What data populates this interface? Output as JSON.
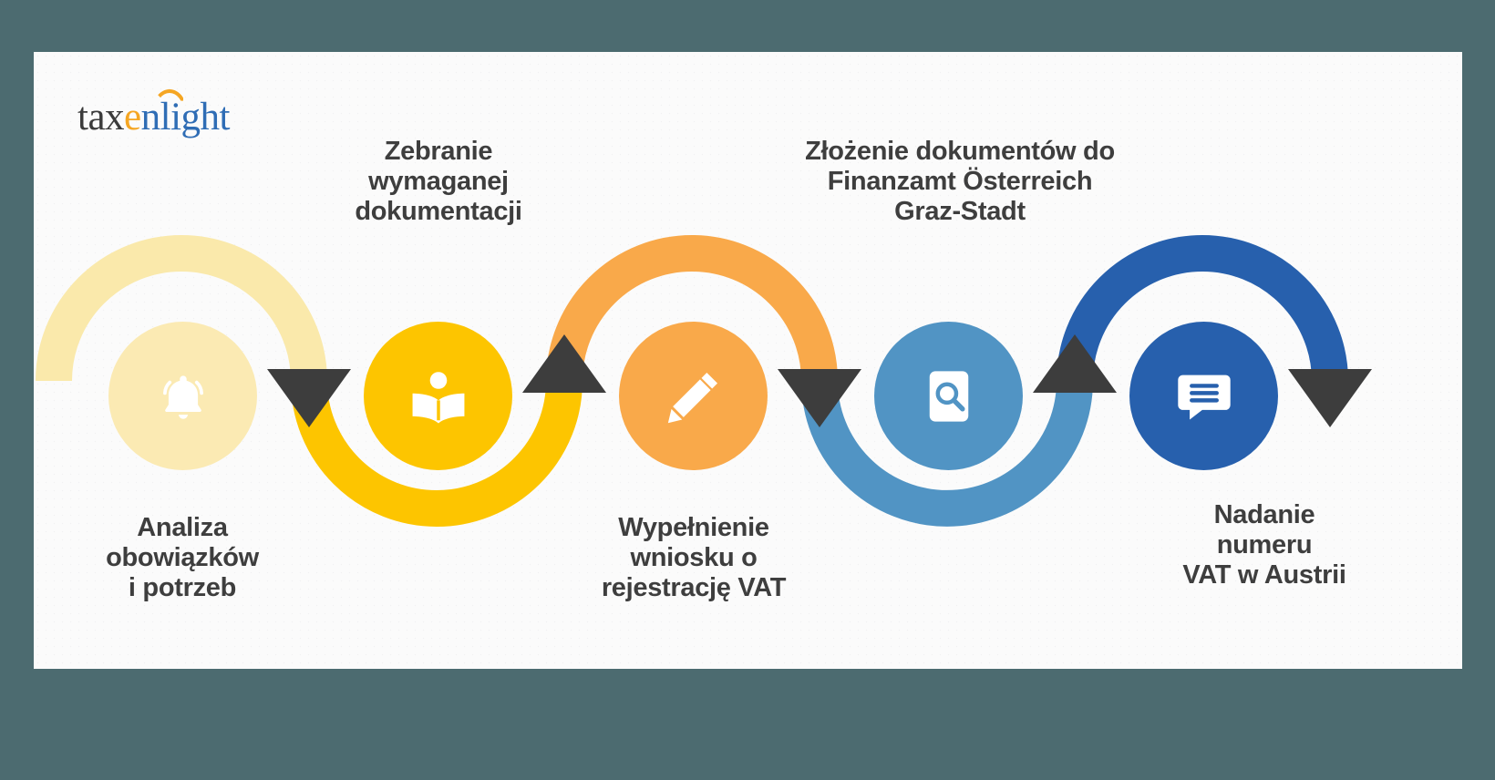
{
  "page": {
    "background_color": "#4c6b70",
    "card_background": "#fbfbfb"
  },
  "logo": {
    "part1": "tax",
    "part2": "e",
    "part3": "nlight",
    "part1_color": "#3b3b3b",
    "part2_color": "#f5a623",
    "part3_color": "#2f6db5",
    "arc_icon": "arc-over-e-icon"
  },
  "flow": {
    "title_color": "#3e3e3e",
    "arrow_color": "#3d3d3d",
    "steps": [
      {
        "index": 1,
        "label": "Analiza\nobowiązków\ni potrzeb",
        "label_position": "below",
        "icon": "bell-icon",
        "circle_color": "#fbeab3",
        "ribbon_color": "#fae9ab",
        "icon_color": "#ffffff"
      },
      {
        "index": 2,
        "label": "Zebranie\nwymaganej\ndokumentacji",
        "label_position": "above",
        "icon": "open-book-reader-icon",
        "circle_color": "#fdc500",
        "ribbon_color": "#fdc500",
        "icon_color": "#ffffff"
      },
      {
        "index": 3,
        "label": "Wypełnienie\nwniosku o\nrejestrację VAT",
        "label_position": "below",
        "icon": "pencil-icon",
        "circle_color": "#f9a94a",
        "ribbon_color": "#f9a94a",
        "icon_color": "#ffffff"
      },
      {
        "index": 4,
        "label": "Złożenie dokumentów do\nFinanzamt Österreich\nGraz-Stadt",
        "label_position": "above",
        "icon": "document-search-icon",
        "circle_color": "#5194c4",
        "ribbon_color": "#5194c4",
        "icon_color": "#ffffff"
      },
      {
        "index": 5,
        "label": "Nadanie\nnumeru\nVAT w Austrii",
        "label_position": "below",
        "icon": "speech-bubble-lines-icon",
        "circle_color": "#2760ad",
        "ribbon_color": "#2760ad",
        "icon_color": "#ffffff"
      }
    ],
    "connectors": [
      {
        "id": 1,
        "direction": "down",
        "color": "#3d3d3d"
      },
      {
        "id": 2,
        "direction": "up",
        "color": "#3d3d3d"
      },
      {
        "id": 3,
        "direction": "down",
        "color": "#3d3d3d"
      },
      {
        "id": 4,
        "direction": "up",
        "color": "#3d3d3d"
      },
      {
        "id": 5,
        "direction": "down",
        "color": "#3d3d3d"
      }
    ]
  }
}
